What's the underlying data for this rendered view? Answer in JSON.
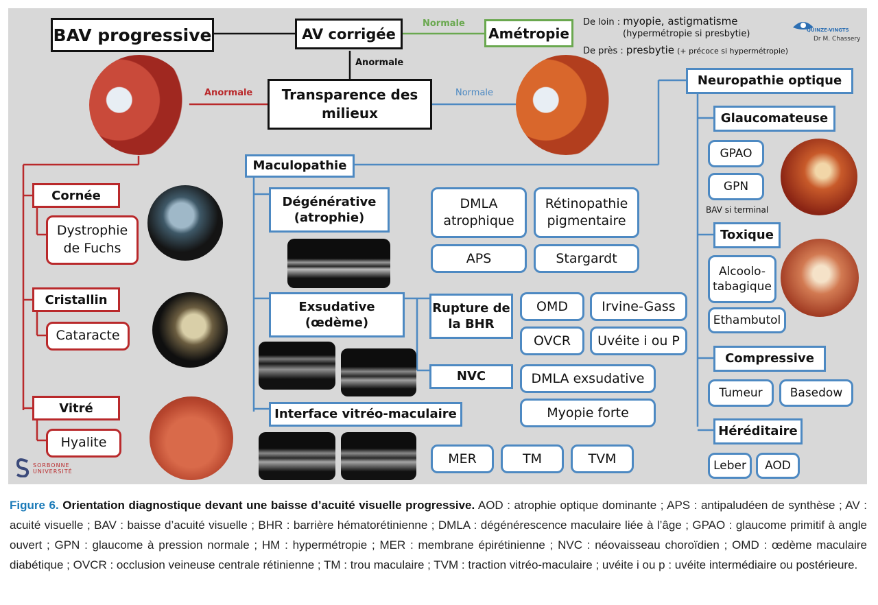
{
  "diagram": {
    "root": "BAV progressive",
    "av_corrigee": "AV corrigée",
    "transparence": "Transparence des milieux",
    "ametropie": "Amétropie",
    "edge_normale_green": "Normale",
    "edge_anormale_black": "Anormale",
    "edge_anormale_red": "Anormale",
    "edge_normale_blue": "Normale",
    "ametropie_note": {
      "loin_prefix": "De loin :",
      "loin_text": "myopie, astigmatisme",
      "loin_sub": "(hypermétropie si presbytie)",
      "pres_prefix": "De près :",
      "pres_text": "presbytie",
      "pres_sub": "(+ précoce si hypermétropie)"
    },
    "logo_qv": {
      "name": "QUINZE-VINGTS",
      "author": "Dr M. Chassery"
    },
    "logo_sorbonne": {
      "line1": "SORBONNE",
      "line2": "UNIVERSITÉ"
    },
    "red_branch": {
      "cornee": "Cornée",
      "fuchs": "Dystrophie de Fuchs",
      "cristallin": "Cristallin",
      "cataracte": "Cataracte",
      "vitre": "Vitré",
      "hyalite": "Hyalite"
    },
    "maculo": {
      "title": "Maculopathie",
      "degen": "Dégénérative (atrophie)",
      "dmla_atro": "DMLA atrophique",
      "retino": "Rétinopathie pigmentaire",
      "aps": "APS",
      "stargardt": "Stargardt",
      "exsud": "Exsudative (œdème)",
      "rupture": "Rupture de la BHR",
      "omd": "OMD",
      "irvine": "Irvine-Gass",
      "ovcr": "OVCR",
      "uveite": "Uvéite i ou P",
      "nvc": "NVC",
      "dmla_ex": "DMLA exsudative",
      "myopie": "Myopie forte",
      "interface": "Interface vitréo-maculaire",
      "mer": "MER",
      "tm": "TM",
      "tvm": "TVM"
    },
    "neuro": {
      "title": "Neuropathie optique",
      "glauco": "Glaucomateuse",
      "gpao": "GPAO",
      "gpn": "GPN",
      "bav_terminal": "BAV si terminal",
      "toxique": "Toxique",
      "alcoolo": "Alcoolo-tabagique",
      "ethambutol": "Ethambutol",
      "compressive": "Compressive",
      "tumeur": "Tumeur",
      "basedow": "Basedow",
      "hereditaire": "Héréditaire",
      "leber": "Leber",
      "aod": "AOD"
    },
    "colors": {
      "red": "#b9292b",
      "blue": "#4d89c2",
      "green": "#6aa84f",
      "black": "#111111",
      "background": "#d8d8d8",
      "caption_accent": "#1a7ab8"
    }
  },
  "caption": {
    "figure": "Figure 6.",
    "title": "Orientation diagnostique devant une baisse d’acuité visuelle progressive.",
    "text": "AOD : atrophie optique dominante ; APS : antipaludéen de synthèse ; AV : acuité visuelle ; BAV : baisse d’acuité visuelle ; BHR : barrière hématorétinienne ; DMLA : dégénérescence maculaire liée à l’âge ; GPAO : glaucome primitif à angle ouvert ; GPN : glaucome à pression normale ; HM : hypermétropie ; MER : membrane épirétinienne ; NVC : néovaisseau choroïdien ; OMD : œdème maculaire diabétique ; OVCR : occlusion veineuse centrale rétinienne ; TM : trou maculaire ; TVM : traction vitréo-maculaire ; uvéite i ou p : uvéite intermédiaire ou postérieure."
  }
}
